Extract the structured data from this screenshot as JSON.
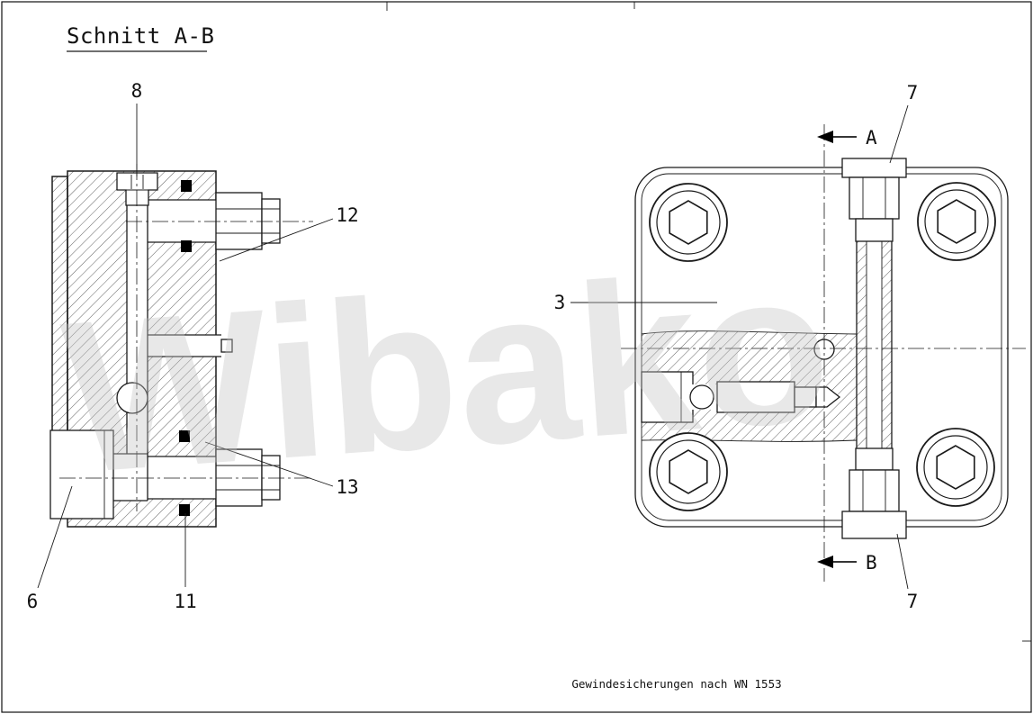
{
  "colors": {
    "line": "#1a1a1a",
    "background": "#ffffff",
    "watermark": "#c4c4c4"
  },
  "drawing": {
    "title": "Schnitt A-B",
    "note": "Gewindesicherungen nach WN 1553",
    "watermark": "Wibako"
  },
  "callouts": {
    "left_view": {
      "c8": "8",
      "c12": "12",
      "c13": "13",
      "c6": "6",
      "c11": "11"
    },
    "right_view": {
      "c3": "3",
      "c7_top": "7",
      "c7_bottom": "7"
    }
  },
  "section_markers": {
    "a": "A",
    "b": "B"
  }
}
